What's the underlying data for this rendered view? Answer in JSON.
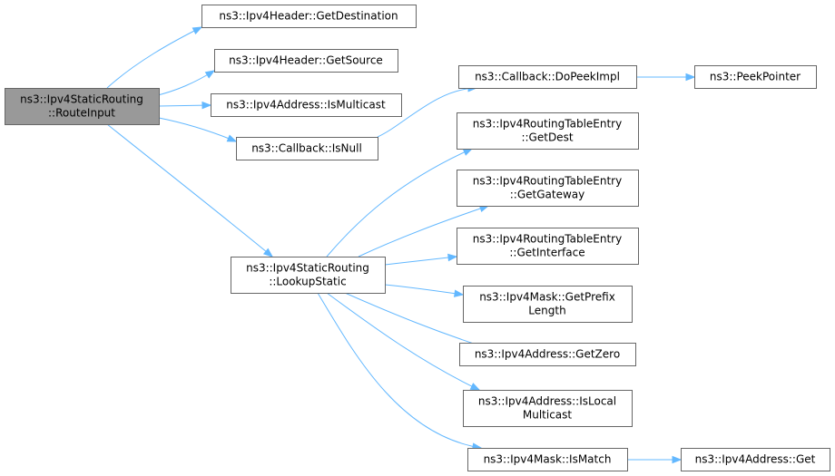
{
  "colors": {
    "edge": "#63b8ff",
    "root_fill": "#999999",
    "node_fill": "#ffffff",
    "node_border": "#666666"
  },
  "nodes": [
    {
      "id": "route_input",
      "lines": [
        "ns3::Ipv4StaticRouting",
        "::RouteInput"
      ],
      "highlighted": true
    },
    {
      "id": "get_destination",
      "lines": [
        "ns3::Ipv4Header::GetDestination"
      ]
    },
    {
      "id": "get_source",
      "lines": [
        "ns3::Ipv4Header::GetSource"
      ]
    },
    {
      "id": "is_multicast",
      "lines": [
        "ns3::Ipv4Address::IsMulticast"
      ]
    },
    {
      "id": "is_null",
      "lines": [
        "ns3::Callback::IsNull"
      ]
    },
    {
      "id": "do_peek_impl",
      "lines": [
        "ns3::Callback::DoPeekImpl"
      ]
    },
    {
      "id": "peek_pointer",
      "lines": [
        "ns3::PeekPointer"
      ]
    },
    {
      "id": "lookup_static",
      "lines": [
        "ns3::Ipv4StaticRouting",
        "::LookupStatic"
      ]
    },
    {
      "id": "get_dest",
      "lines": [
        "ns3::Ipv4RoutingTableEntry",
        "::GetDest"
      ]
    },
    {
      "id": "get_gateway",
      "lines": [
        "ns3::Ipv4RoutingTableEntry",
        "::GetGateway"
      ]
    },
    {
      "id": "get_interface",
      "lines": [
        "ns3::Ipv4RoutingTableEntry",
        "::GetInterface"
      ]
    },
    {
      "id": "get_prefix_length",
      "lines": [
        "ns3::Ipv4Mask::GetPrefix",
        "Length"
      ]
    },
    {
      "id": "get_zero",
      "lines": [
        "ns3::Ipv4Address::GetZero"
      ]
    },
    {
      "id": "is_local_multicast",
      "lines": [
        "ns3::Ipv4Address::IsLocal",
        "Multicast"
      ]
    },
    {
      "id": "is_match",
      "lines": [
        "ns3::Ipv4Mask::IsMatch"
      ]
    },
    {
      "id": "address_get",
      "lines": [
        "ns3::Ipv4Address::Get"
      ]
    }
  ],
  "edges": [
    {
      "from": "route_input",
      "to": "get_destination"
    },
    {
      "from": "route_input",
      "to": "get_source"
    },
    {
      "from": "route_input",
      "to": "is_multicast"
    },
    {
      "from": "route_input",
      "to": "is_null"
    },
    {
      "from": "route_input",
      "to": "lookup_static"
    },
    {
      "from": "is_null",
      "to": "do_peek_impl"
    },
    {
      "from": "do_peek_impl",
      "to": "peek_pointer"
    },
    {
      "from": "lookup_static",
      "to": "get_dest"
    },
    {
      "from": "lookup_static",
      "to": "get_gateway"
    },
    {
      "from": "lookup_static",
      "to": "get_interface"
    },
    {
      "from": "lookup_static",
      "to": "get_prefix_length"
    },
    {
      "from": "lookup_static",
      "to": "get_zero"
    },
    {
      "from": "lookup_static",
      "to": "is_local_multicast"
    },
    {
      "from": "lookup_static",
      "to": "is_match"
    },
    {
      "from": "is_match",
      "to": "address_get"
    }
  ]
}
